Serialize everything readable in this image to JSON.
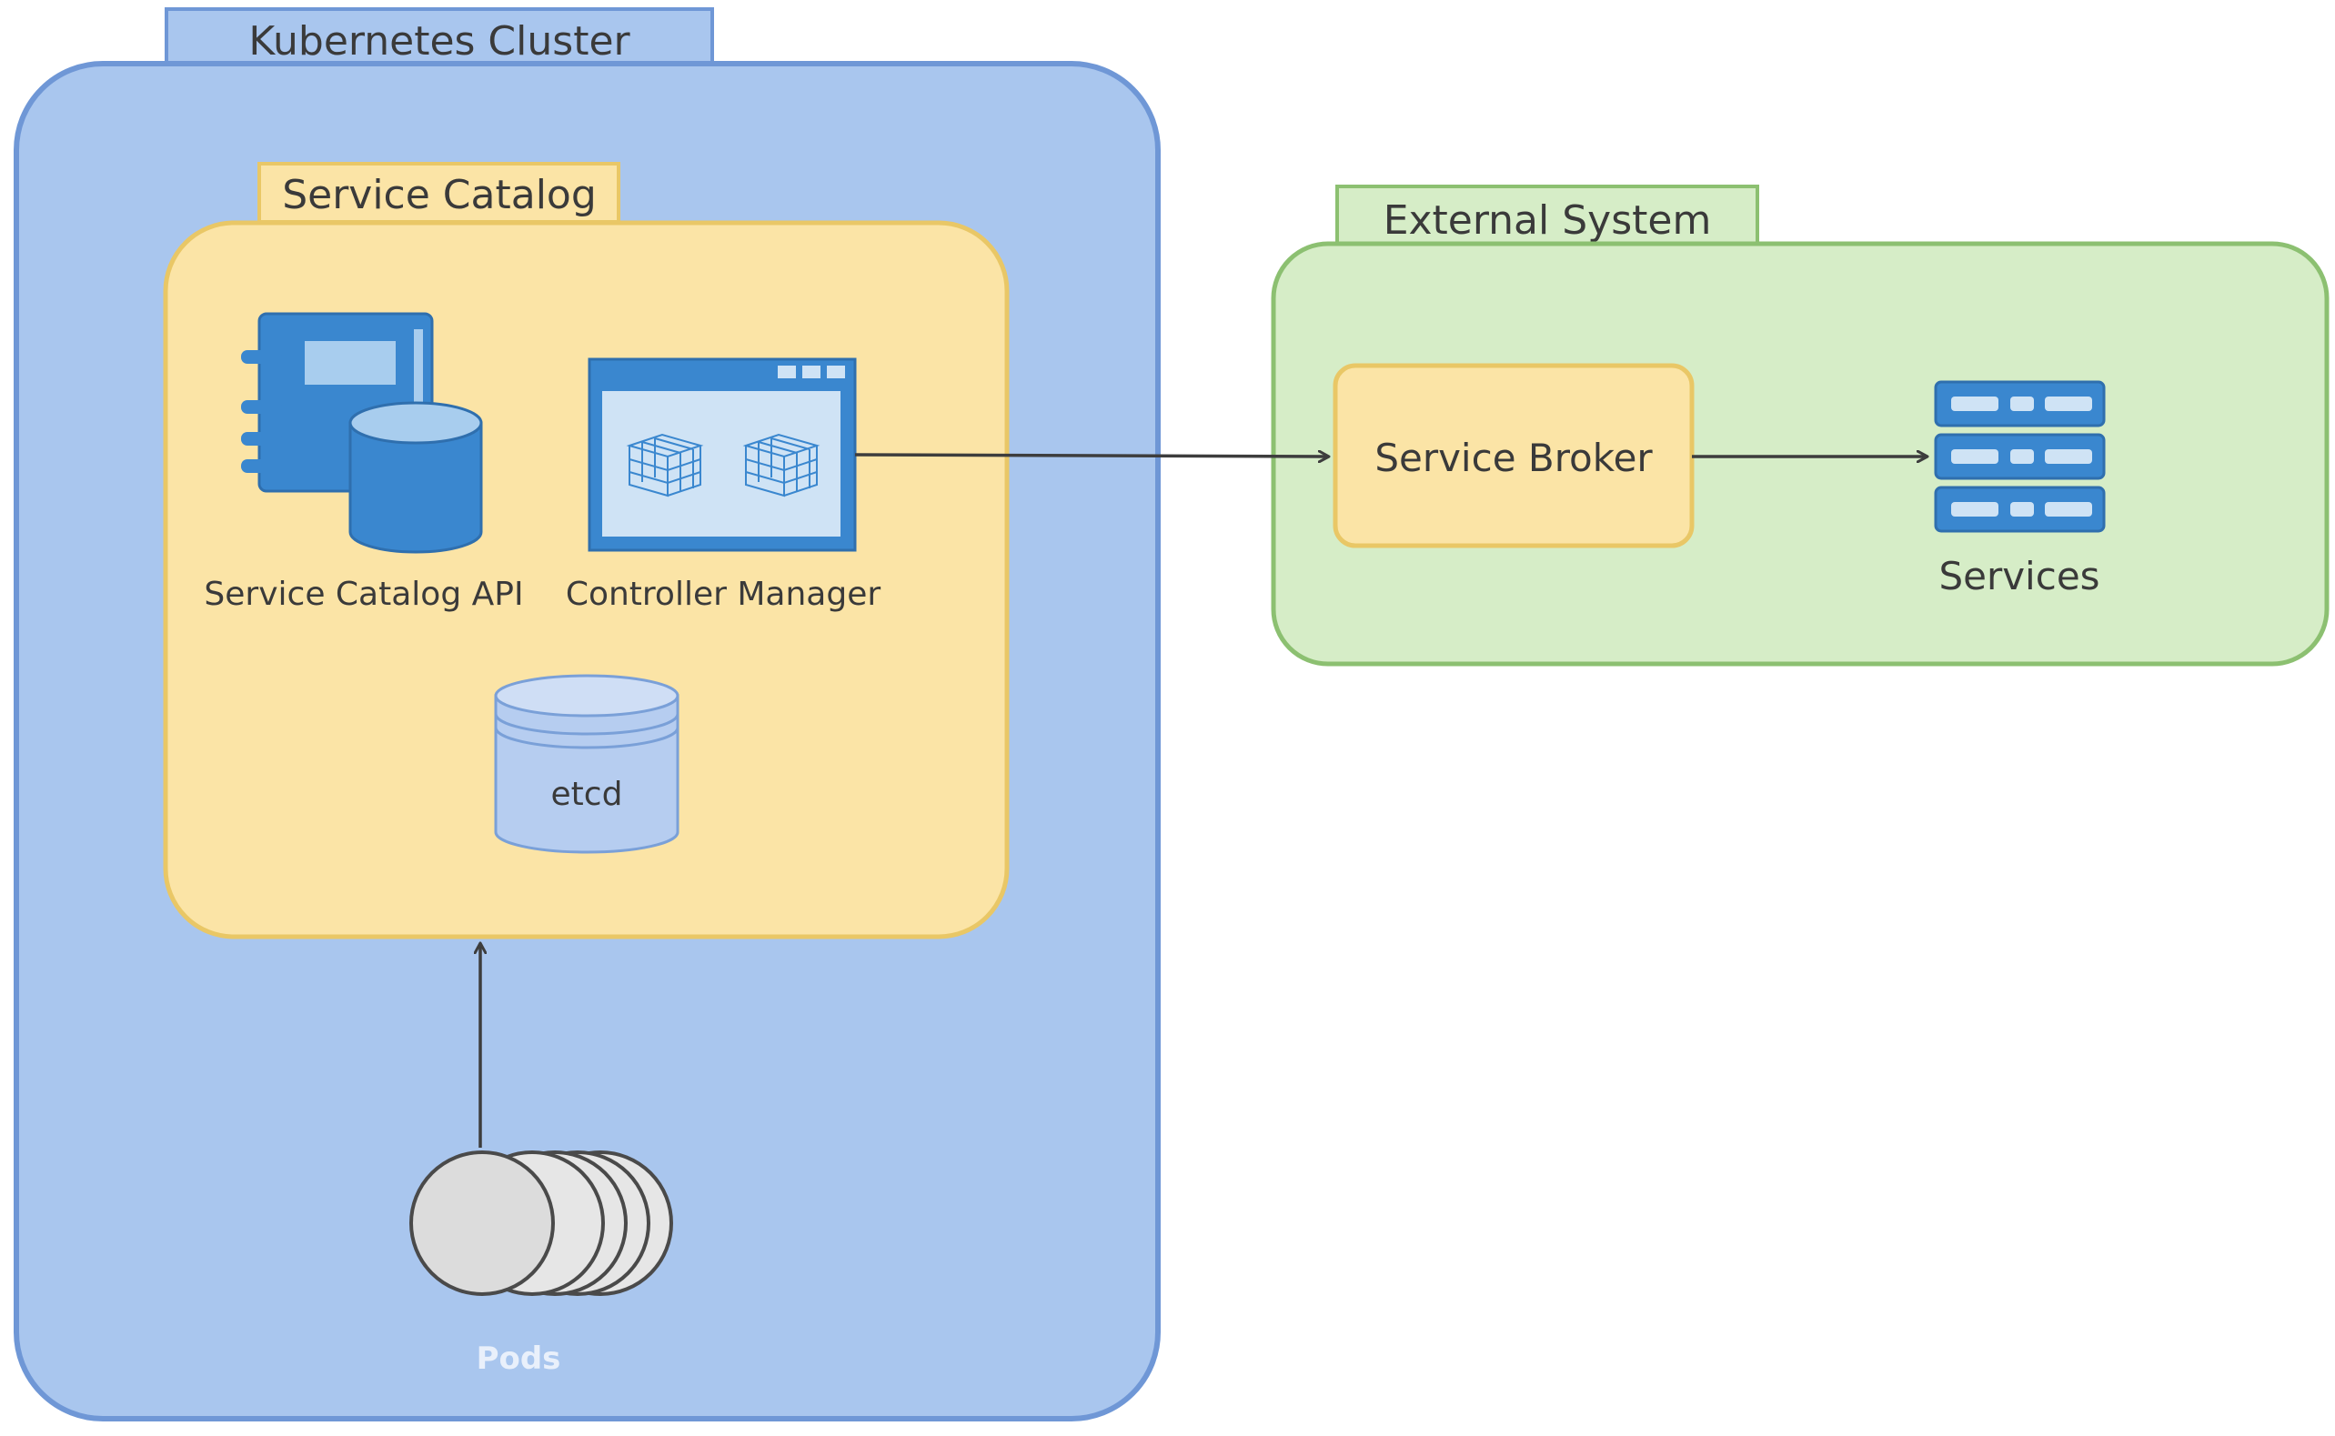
{
  "containers": {
    "kubernetes_cluster": {
      "title": "Kubernetes Cluster"
    },
    "service_catalog": {
      "title": "Service Catalog"
    },
    "external_system": {
      "title": "External System"
    }
  },
  "nodes": {
    "service_catalog_api": {
      "label": "Service Catalog API",
      "icon": "api-server-database-icon"
    },
    "controller_manager": {
      "label": "Controller Manager",
      "icon": "controller-window-icon"
    },
    "etcd": {
      "label": "etcd",
      "icon": "database-cylinder-icon"
    },
    "pods": {
      "label": "Pods",
      "icon": "pods-stack-icon"
    },
    "service_broker": {
      "label": "Service Broker"
    },
    "services": {
      "label": "Services",
      "icon": "server-rack-icon"
    }
  },
  "edges": [
    {
      "from": "controller_manager",
      "to": "service_broker"
    },
    {
      "from": "service_broker",
      "to": "services"
    },
    {
      "from": "pods",
      "to": "service_catalog"
    }
  ],
  "colors": {
    "cluster_fill": "#a9c6ee",
    "cluster_stroke": "#6f97d6",
    "catalog_fill": "#fbe4a6",
    "catalog_stroke": "#e9c766",
    "external_fill": "#d6edc7",
    "external_stroke": "#8cc071",
    "icon_blue": "#3a87cf",
    "arrow": "#3d3d3d"
  }
}
